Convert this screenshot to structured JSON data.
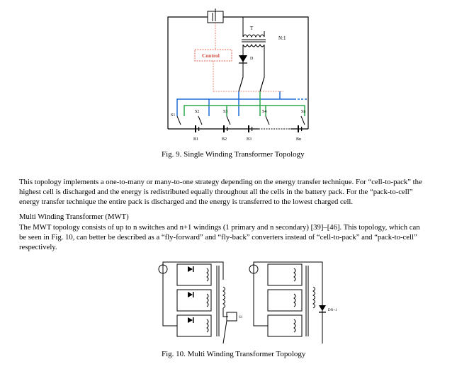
{
  "figure9": {
    "caption": "Fig. 9. Single Winding Transformer Topology",
    "control_label": "Control",
    "transformer_label": "T",
    "ratio_label": "N:1",
    "diode_label": "D",
    "cell_labels": [
      "B1",
      "B2",
      "B3",
      "Bn"
    ],
    "switch_labels": [
      "S1",
      "S2",
      "S3",
      "S4",
      "Sn"
    ]
  },
  "body_text": {
    "p1_lines": [
      "This topology implements a one-to-many or many-to-one strategy depending on the energy transfer technique. For “cell-to-pack” the",
      "highest cell is discharged and the energy is redistributed equally throughout all the cells in the battery pack. For the “pack-to-cell”",
      "energy transfer technique the entire pack is discharged and the energy is transferred to the lowest charged cell.",
      ""
    ],
    "heading": "Multi Winding Transformer (MWT)",
    "p2_lines": [
      "The MWT topology consists of up to n switches and n+1 windings (1 primary and n secondary) [39]–[46]. This topology, which can",
      "be seen in Fig. 10, can better be described as a “fly-forward” and “fly-back” converters instead of “cell-to-pack” and “pack-to-cell”",
      "respectively."
    ]
  },
  "figure10": {
    "caption": "Fig. 10. Multi Winding Transformer Topology",
    "switch_label": "S1",
    "diode_label": "DN+1"
  },
  "colors": {
    "blue": "#1f6fd6",
    "green": "#2aa84a",
    "red_dashed": "#e06050",
    "black": "#000000"
  }
}
